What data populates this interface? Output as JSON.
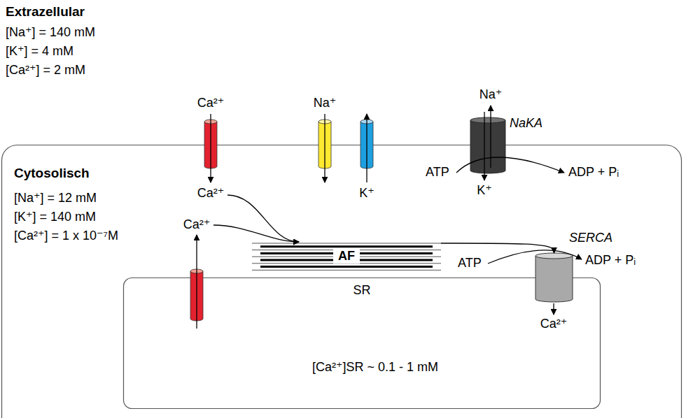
{
  "diagram": {
    "nodes": [
      {
        "text": [
          "Cytosolisch",
          "[Na⁺] = 12 mM",
          "[K⁺] = 140 mM",
          "[Ca²⁺] = 1 x 10⁻⁷M"
        ]
      },
      {
        "text": [
          "NaKA"
        ]
      },
      {
        "text": [
          "AF"
        ],
        "in": 0
      },
      {
        "text": [
          "SERCA"
        ],
        "in": 0
      },
      {
        "text": [
          "SR",
          "[Ca²⁺]SR ~ 0.1 - 1 mM"
        ],
        "in": 0
      }
    ],
    "edges": [
      {
        "from": 2,
        "to": 3,
        "arrow": "to"
      }
    ],
    "labels": [
      "Extrazellular",
      "[Na⁺] = 140 mM",
      "[K⁺] = 4 mM",
      "[Ca²⁺] = 2 mM",
      "Ca²⁺",
      "Na⁺",
      "Na⁺",
      "ATP",
      "ADP + Pᵢ",
      "Ca²⁺",
      "K⁺",
      "K⁺",
      "Ca²⁺",
      "ATP",
      "ADP + Pᵢ",
      "Ca²⁺"
    ]
  }
}
